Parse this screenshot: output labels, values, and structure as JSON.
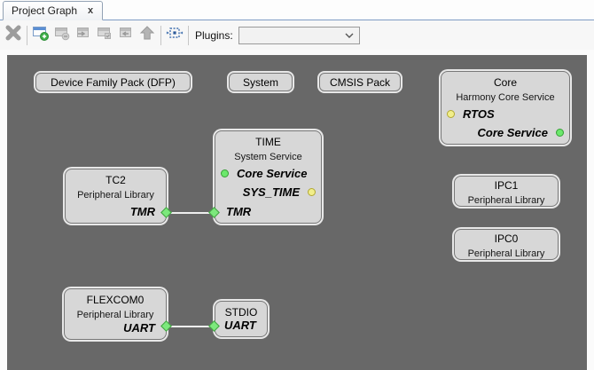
{
  "tab": {
    "title": "Project Graph",
    "close_label": "x"
  },
  "toolbar": {
    "plugins_label": "Plugins:",
    "plugins_selected": "",
    "icons": [
      "delete-icon",
      "new-window-plus-icon",
      "window-minus-icon",
      "window-arrow-in-icon",
      "window-check-icon",
      "window-arrow-left-icon",
      "up-arrow-icon",
      "center-view-icon",
      "chevron-down-icon"
    ]
  },
  "graph": {
    "nodes": {
      "dfp": {
        "title": "Device Family Pack (DFP)"
      },
      "system": {
        "title": "System"
      },
      "cmsis": {
        "title": "CMSIS Pack"
      },
      "core": {
        "title": "Core",
        "subtitle": "Harmony Core Service",
        "ports": [
          {
            "label": "RTOS",
            "shape": "circle",
            "color": "yellow",
            "side": "left"
          },
          {
            "label": "Core Service",
            "shape": "circle",
            "color": "green",
            "side": "right"
          }
        ]
      },
      "time": {
        "title": "TIME",
        "subtitle": "System Service",
        "ports": [
          {
            "label": "Core Service",
            "shape": "circle",
            "color": "green",
            "side": "left"
          },
          {
            "label": "SYS_TIME",
            "shape": "circle",
            "color": "yellow",
            "side": "right"
          },
          {
            "label": "TMR",
            "shape": "diamond",
            "color": "green",
            "side": "left-edge"
          }
        ]
      },
      "tc2": {
        "title": "TC2",
        "subtitle": "Peripheral Library",
        "ports": [
          {
            "label": "TMR",
            "shape": "diamond",
            "color": "green",
            "side": "right-edge"
          }
        ]
      },
      "ipc1": {
        "title": "IPC1",
        "subtitle": "Peripheral Library"
      },
      "ipc0": {
        "title": "IPC0",
        "subtitle": "Peripheral Library"
      },
      "flexcom0": {
        "title": "FLEXCOM0",
        "subtitle": "Peripheral Library",
        "ports": [
          {
            "label": "UART",
            "shape": "diamond",
            "color": "green",
            "side": "right-edge"
          }
        ]
      },
      "stdio": {
        "title": "STDIO",
        "ports": [
          {
            "label": "UART",
            "shape": "diamond",
            "color": "green",
            "side": "left-edge"
          }
        ]
      }
    },
    "connections": [
      {
        "from": "TC2.TMR",
        "to": "TIME.TMR"
      },
      {
        "from": "FLEXCOM0.UART",
        "to": "STDIO.UART"
      }
    ],
    "colors": {
      "canvas_bg": "#686868",
      "node_bg": "#d7d7d7",
      "node_border": "#787878",
      "port_green": "#6ce86c",
      "port_yellow": "#f1ee8a",
      "connection": "#efefef"
    }
  }
}
